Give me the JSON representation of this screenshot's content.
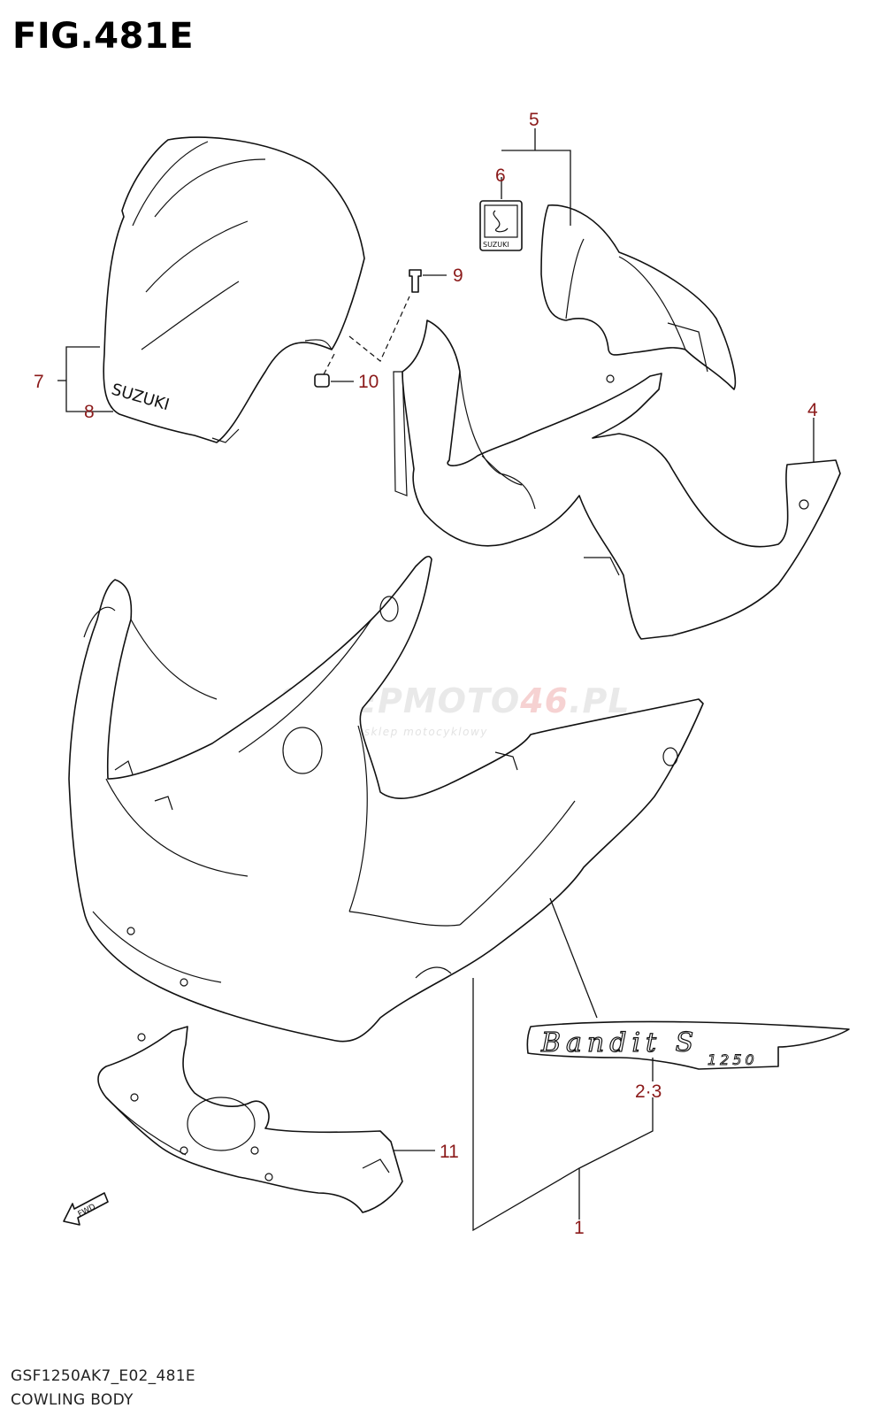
{
  "figure": {
    "title": "FIG.481E",
    "model_code": "GSF1250AK7_E02_481E",
    "section_name": "COWLING BODY"
  },
  "colors": {
    "label": "#8b1a1a",
    "line": "#111111",
    "watermark": "#e9e9e9"
  },
  "watermark": {
    "main": "SKLEPMOTO",
    "num": "46",
    "tld": ".PL",
    "tagline": "internetowy sklep motocyklowy"
  },
  "part_labels": [
    "5",
    "6",
    "9",
    "7",
    "10",
    "8",
    "4",
    "2·3",
    "11",
    "1"
  ],
  "badge_text": "SUZUKI",
  "screen_text": "SUZUKI",
  "emblem": {
    "script": "Bandit S",
    "number": "1250"
  },
  "fwd_arrow": "FWD"
}
